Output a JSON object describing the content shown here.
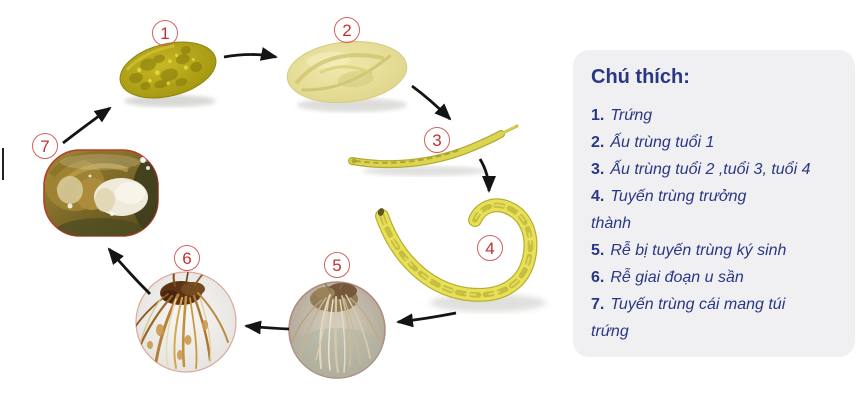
{
  "legend": {
    "title": "Chú thích:",
    "items": [
      {
        "num": "1.",
        "text": "Trứng"
      },
      {
        "num": "2.",
        "text": "Ấu trùng tuổi 1"
      },
      {
        "num": "3.",
        "text": "Ấu trùng tuổi 2 ,tuổi 3, tuổi 4"
      },
      {
        "num": "4.",
        "text": "Tuyến trùng trưởng\nthành"
      },
      {
        "num": "5.",
        "text": "Rễ bị tuyến trùng ký sinh"
      },
      {
        "num": "6.",
        "text": "Rễ giai đoạn u sần"
      },
      {
        "num": "7.",
        "text": "Tuyến trùng cái mang túi\ntrứng"
      }
    ]
  },
  "cycle": {
    "stages": [
      {
        "num": "1",
        "name": "egg"
      },
      {
        "num": "2",
        "name": "larva-in-egg"
      },
      {
        "num": "3",
        "name": "juvenile-worm"
      },
      {
        "num": "4",
        "name": "adult-nematode"
      },
      {
        "num": "5",
        "name": "root-parasitized"
      },
      {
        "num": "6",
        "name": "root-with-galls"
      },
      {
        "num": "7",
        "name": "female-with-egg-sac"
      }
    ],
    "arrows": [
      {
        "from": "1",
        "to": "2"
      },
      {
        "from": "2",
        "to": "3"
      },
      {
        "from": "3",
        "to": "4"
      },
      {
        "from": "4",
        "to": "5"
      },
      {
        "from": "5",
        "to": "6"
      },
      {
        "from": "6",
        "to": "7"
      },
      {
        "from": "7",
        "to": "1"
      }
    ]
  },
  "colors": {
    "accent_red": "#c53030",
    "navy_text": "#293785",
    "legend_bg": "#f0f0f2",
    "arrow": "#141414",
    "worm_yellow": "#e8e158"
  }
}
